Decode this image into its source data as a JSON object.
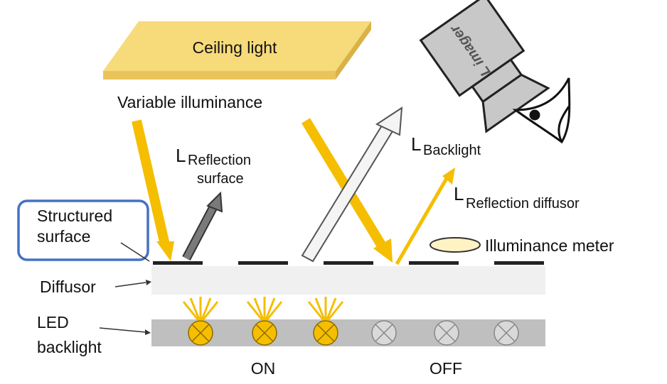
{
  "labels": {
    "ceiling_light": "Ceiling light",
    "variable_illuminance": "Variable illuminance",
    "l_imager": "L imager",
    "l_reflection_surface_main": "L",
    "l_reflection_surface_sub1": "Reflection",
    "l_reflection_surface_sub2": "surface",
    "l_backlight_main": "L",
    "l_backlight_sub": "Backlight",
    "l_reflection_diffusor_main": "L",
    "l_reflection_diffusor_sub": "Reflection  diffusor",
    "illuminance_meter": "Illuminance meter",
    "structured_surface_line1": "Structured",
    "structured_surface_line2": "surface",
    "diffusor": "Diffusor",
    "led_backlight_line1": "LED",
    "led_backlight_line2": "backlight",
    "on": "ON",
    "off": "OFF"
  },
  "colors": {
    "ceiling_light": "#f7da7a",
    "light_ray": "#f5be00",
    "led_on": "#f5be00",
    "led_off": "#d9d9d9",
    "diffusor": "#f0f0f0",
    "backlight_panel": "#bfbfbf",
    "highlight_box": "#4472c4",
    "imager": "#c8c8c8",
    "reflection_arrow": "#6e6e6e"
  },
  "icons": {
    "camera": "camera-icon",
    "eye": "eye-icon",
    "meter": "illuminance-meter-icon"
  }
}
